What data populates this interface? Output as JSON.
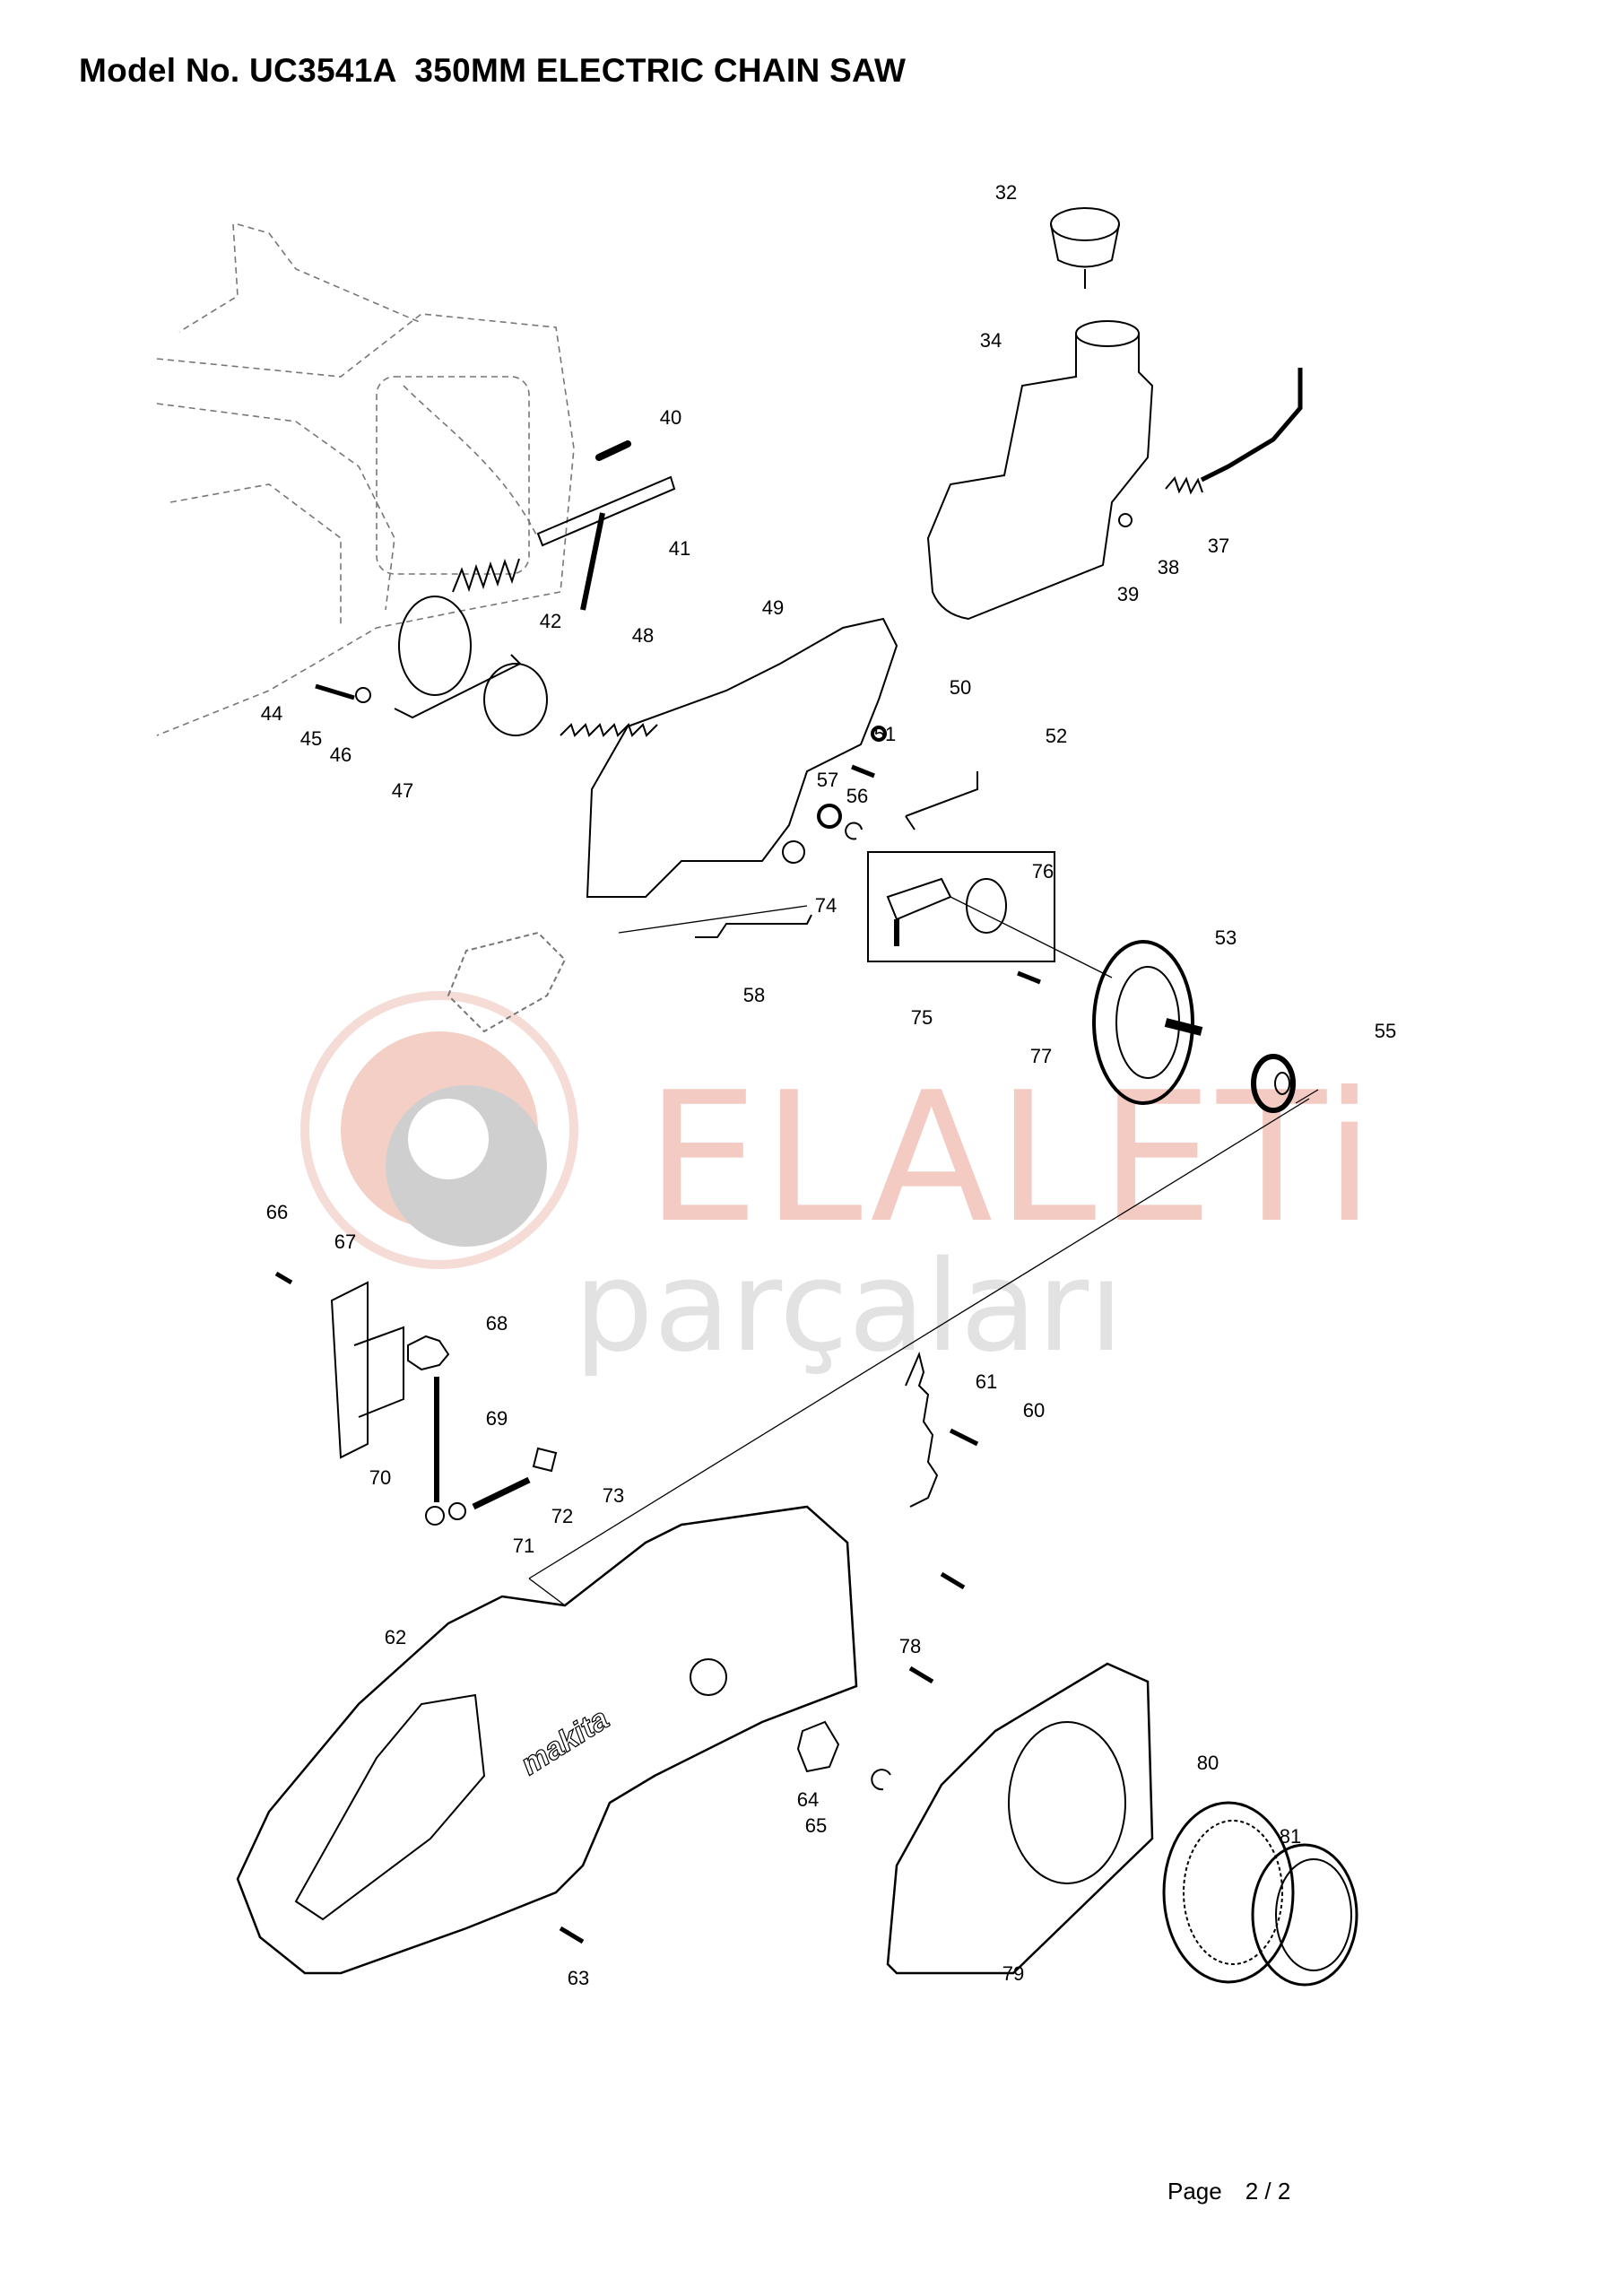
{
  "title": "Model No. UC3541A  350MM ELECTRIC CHAIN SAW",
  "watermark": {
    "line1": "ELALETi",
    "line2": "parçaları"
  },
  "parts": [
    "32",
    "34",
    "40",
    "41",
    "37",
    "38",
    "39",
    "42",
    "48",
    "49",
    "50",
    "44",
    "45",
    "46",
    "51",
    "52",
    "47",
    "57",
    "56",
    "76",
    "74",
    "53",
    "58",
    "75",
    "55",
    "77",
    "66",
    "67",
    "68",
    "61",
    "60",
    "69",
    "70",
    "73",
    "72",
    "71",
    "62",
    "78",
    "80",
    "64",
    "65",
    "81",
    "79",
    "63"
  ],
  "cover_logo": "makita",
  "footer": {
    "page_label": "Page",
    "page_value": "2 / 2"
  }
}
